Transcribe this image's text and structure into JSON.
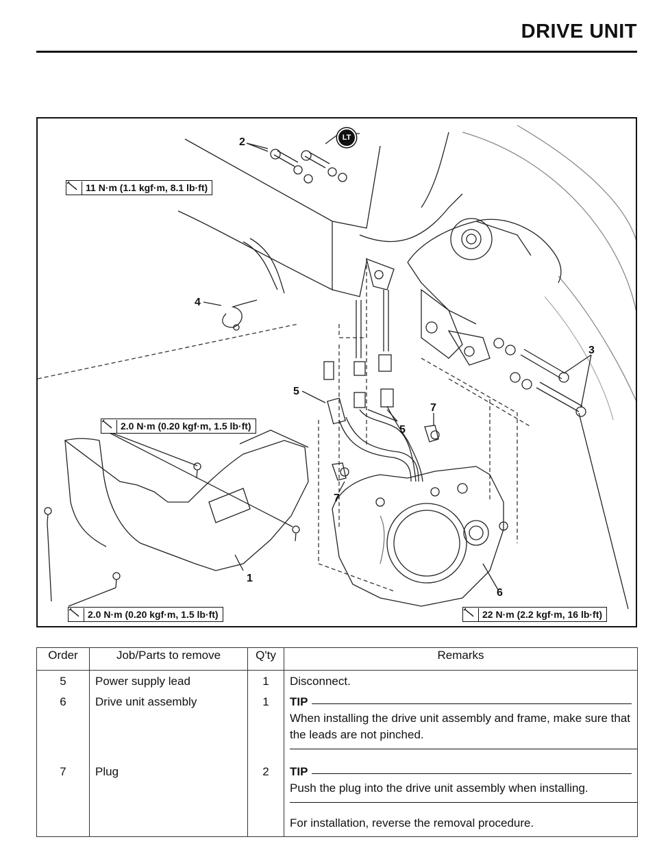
{
  "header": {
    "title": "DRIVE UNIT"
  },
  "figure": {
    "torque_specs": [
      "11 N·m (1.1 kgf·m, 8.1 lb·ft)",
      "2.0 N·m (0.20 kgf·m, 1.5 lb·ft)",
      "2.0 N·m (0.20 kgf·m, 1.5 lb·ft)",
      "22 N·m (2.2 kgf·m, 16 lb·ft)"
    ],
    "lt_badge": "LT",
    "callouts": [
      "2",
      "3",
      "4",
      "5",
      "5",
      "7",
      "7",
      "1",
      "6"
    ]
  },
  "table": {
    "headers": [
      "Order",
      "Job/Parts to remove",
      "Q'ty",
      "Remarks"
    ],
    "rows": [
      {
        "order": "5",
        "part": "Power supply lead",
        "qty": "1",
        "remark": "Disconnect."
      },
      {
        "order": "6",
        "part": "Drive unit assembly",
        "qty": "1",
        "tip_label": "TIP",
        "tip_text": "When installing the drive unit assembly and frame, make sure that the leads are not pinched."
      },
      {
        "order": "7",
        "part": "Plug",
        "qty": "2",
        "tip_label": "TIP",
        "tip_text": "Push the plug into the drive unit assembly when installing."
      }
    ],
    "footer_note": "For installation, reverse the removal procedure."
  }
}
